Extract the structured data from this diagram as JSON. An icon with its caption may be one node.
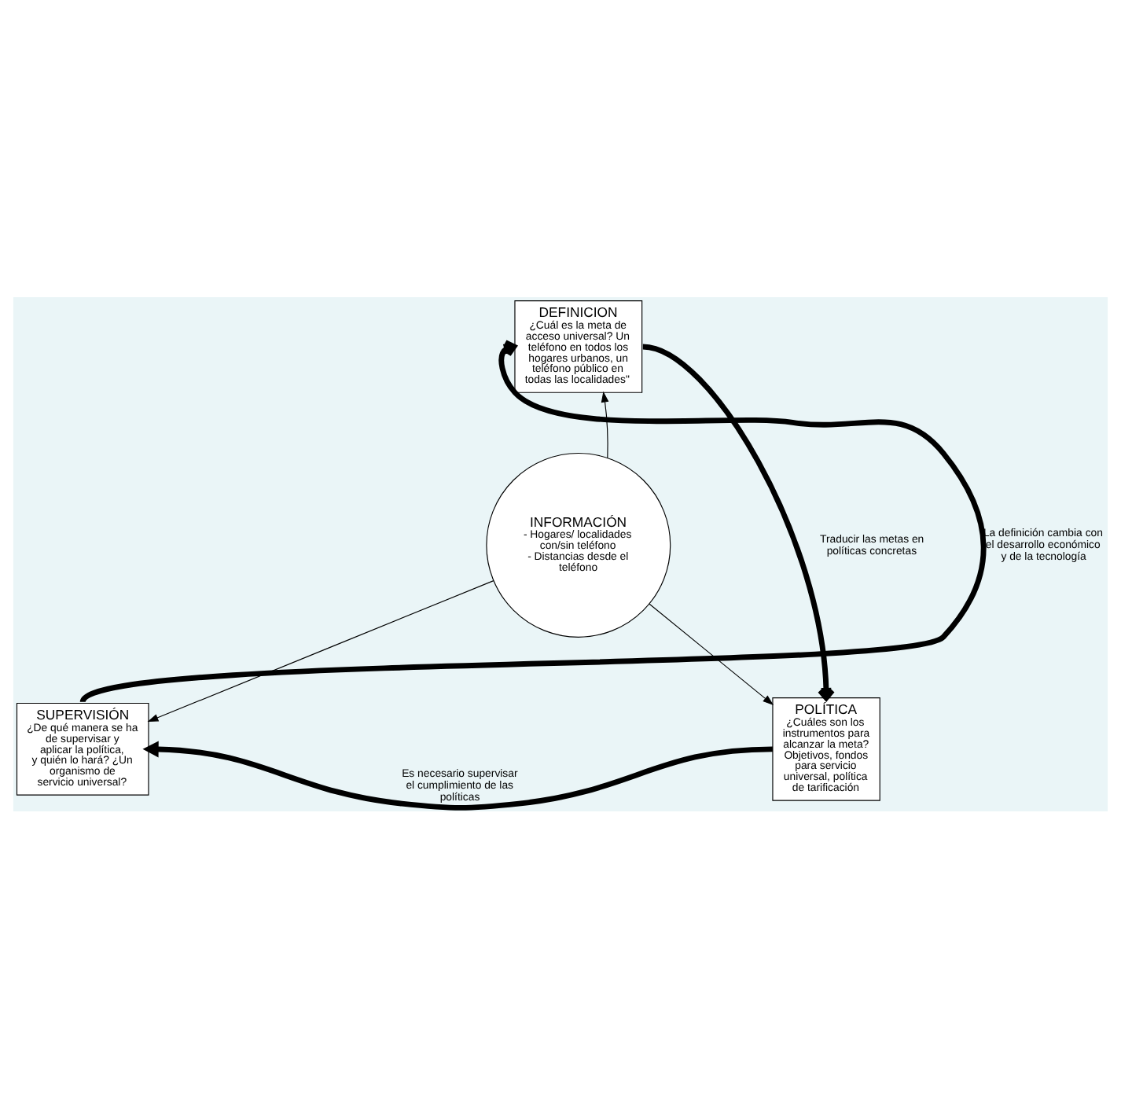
{
  "diagram": {
    "nodes": [
      {
        "text": [
          "DEFINICION",
          "¿Cuál es la meta de acceso universal? Un teléfono en todos los hogares urbanos, un teléfono público en todas las localidades\""
        ]
      },
      {
        "text": [
          "INFORMACIÓN",
          "- Hogares/ localidades con/sin teléfono",
          "- Distancias desde el teléfono"
        ]
      },
      {
        "text": [
          "SUPERVISIÓN",
          "¿De qué manera se ha de supervisar y aplicar la política, y quién lo hará? ¿Un organismo de servicio universal?"
        ]
      },
      {
        "text": [
          "POLÍTICA",
          "¿Cuáles son los instrumentos para alcanzar la meta? Objetivos, fondos para servicio universal, política de tarificación"
        ]
      }
    ],
    "edges": [
      {
        "from": 0,
        "to": 3,
        "arrow": "to",
        "style": "thick",
        "label": "Traducir las metas en políticas concretas"
      },
      {
        "from": 3,
        "to": 2,
        "arrow": "to",
        "style": "thick",
        "label": "Es necesario supervisar el cumplimiento de las políticas"
      },
      {
        "from": 2,
        "to": 0,
        "arrow": "to",
        "style": "thick",
        "label": "La definición cambia con el desarrollo económico y de la tecnología"
      },
      {
        "from": 1,
        "to": 0,
        "arrow": "to"
      },
      {
        "from": 1,
        "to": 2,
        "arrow": "to"
      },
      {
        "from": 1,
        "to": 3,
        "arrow": "to"
      }
    ]
  }
}
